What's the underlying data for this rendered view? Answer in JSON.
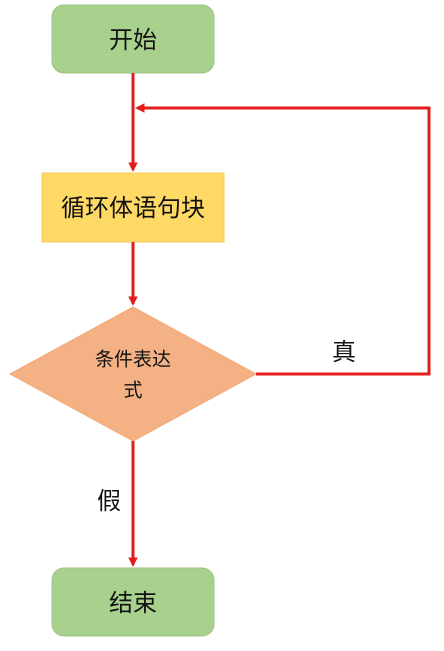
{
  "nodes": {
    "start": {
      "label": "开始"
    },
    "loop_body": {
      "label": "循环体语句块"
    },
    "condition": {
      "line1": "条件表达",
      "line2": "式"
    },
    "end": {
      "label": "结束"
    }
  },
  "edges": {
    "true_label": "真",
    "false_label": "假"
  },
  "colors": {
    "terminal_fill": "#a9d18e",
    "terminal_stroke": "#9cc383",
    "process_fill": "#ffd966",
    "process_stroke": "#f4cb5a",
    "decision_fill": "#f4b183",
    "decision_stroke": "#f2a97a",
    "arrow": "#e31b1b"
  }
}
